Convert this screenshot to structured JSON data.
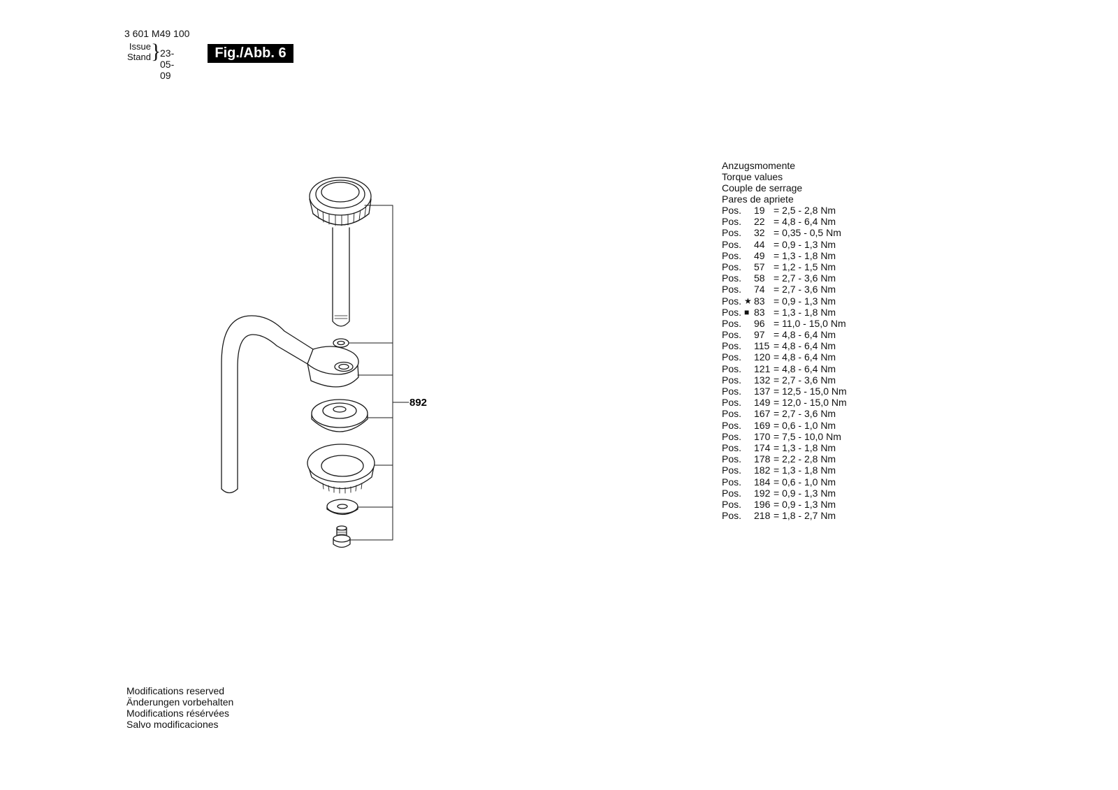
{
  "header": {
    "part_number": "3 601 M49 100",
    "issue_label": "Issue",
    "stand_label": "Stand",
    "date": "23-05-09",
    "figure_label": "Fig./Abb. 6"
  },
  "drawing": {
    "group_ref": "892"
  },
  "torque": {
    "headings": [
      "Anzugsmomente",
      "Torque values",
      "Couple de serrage",
      "Pares de apriete"
    ],
    "rows": [
      {
        "pos": "Pos.",
        "mark": "",
        "num": "19",
        "value": "= 2,5 - 2,8  Nm"
      },
      {
        "pos": "Pos.",
        "mark": "",
        "num": "22",
        "value": "= 4,8 - 6,4  Nm"
      },
      {
        "pos": "Pos.",
        "mark": "",
        "num": "32",
        "value": "= 0,35 - 0,5  Nm"
      },
      {
        "pos": "Pos.",
        "mark": "",
        "num": "44",
        "value": "= 0,9 - 1,3  Nm"
      },
      {
        "pos": "Pos.",
        "mark": "",
        "num": "49",
        "value": "= 1,3 - 1,8  Nm"
      },
      {
        "pos": "Pos.",
        "mark": "",
        "num": "57",
        "value": "= 1,2 - 1,5  Nm"
      },
      {
        "pos": "Pos.",
        "mark": "",
        "num": "58",
        "value": "= 2,7 - 3,6  Nm"
      },
      {
        "pos": "Pos.",
        "mark": "",
        "num": "74",
        "value": "= 2,7 - 3,6  Nm"
      },
      {
        "pos": "Pos.",
        "mark": "★",
        "num": "83",
        "value": "= 0,9 - 1,3  Nm"
      },
      {
        "pos": "Pos.",
        "mark": "■",
        "num": "83",
        "value": "= 1,3 - 1,8  Nm"
      },
      {
        "pos": "Pos.",
        "mark": "",
        "num": "96",
        "value": "= 11,0 - 15,0  Nm"
      },
      {
        "pos": "Pos.",
        "mark": "",
        "num": "97",
        "value": "= 4,8 - 6,4  Nm"
      },
      {
        "pos": "Pos.",
        "mark": "",
        "num": "115",
        "value": "= 4,8 - 6,4  Nm"
      },
      {
        "pos": "Pos.",
        "mark": "",
        "num": "120",
        "value": "= 4,8 - 6,4  Nm"
      },
      {
        "pos": "Pos.",
        "mark": "",
        "num": "121",
        "value": "= 4,8 - 6,4  Nm"
      },
      {
        "pos": "Pos.",
        "mark": "",
        "num": "132",
        "value": "= 2,7 - 3,6  Nm"
      },
      {
        "pos": "Pos.",
        "mark": "",
        "num": "137",
        "value": "= 12,5 - 15,0  Nm"
      },
      {
        "pos": "Pos.",
        "mark": "",
        "num": "149",
        "value": "= 12,0 - 15,0  Nm"
      },
      {
        "pos": "Pos.",
        "mark": "",
        "num": "167",
        "value": "= 2,7 - 3,6  Nm"
      },
      {
        "pos": "Pos.",
        "mark": "",
        "num": "169",
        "value": "= 0,6 - 1,0  Nm"
      },
      {
        "pos": "Pos.",
        "mark": "",
        "num": "170",
        "value": "= 7,5 - 10,0  Nm"
      },
      {
        "pos": "Pos.",
        "mark": "",
        "num": "174",
        "value": "= 1,3 - 1,8  Nm"
      },
      {
        "pos": "Pos.",
        "mark": "",
        "num": "178",
        "value": "= 2,2 - 2,8  Nm"
      },
      {
        "pos": "Pos.",
        "mark": "",
        "num": "182",
        "value": "= 1,3 - 1,8  Nm"
      },
      {
        "pos": "Pos.",
        "mark": "",
        "num": "184",
        "value": "= 0,6 - 1,0  Nm"
      },
      {
        "pos": "Pos.",
        "mark": "",
        "num": "192",
        "value": "= 0,9 - 1,3  Nm"
      },
      {
        "pos": "Pos.",
        "mark": "",
        "num": "196",
        "value": "= 0,9 - 1,3  Nm"
      },
      {
        "pos": "Pos.",
        "mark": "",
        "num": "218",
        "value": "= 1,8 - 2,7  Nm"
      }
    ]
  },
  "footer": {
    "lines": [
      "Modifications reserved",
      "Änderungen vorbehalten",
      "Modifications résérvées",
      "Salvo modificaciones"
    ]
  }
}
